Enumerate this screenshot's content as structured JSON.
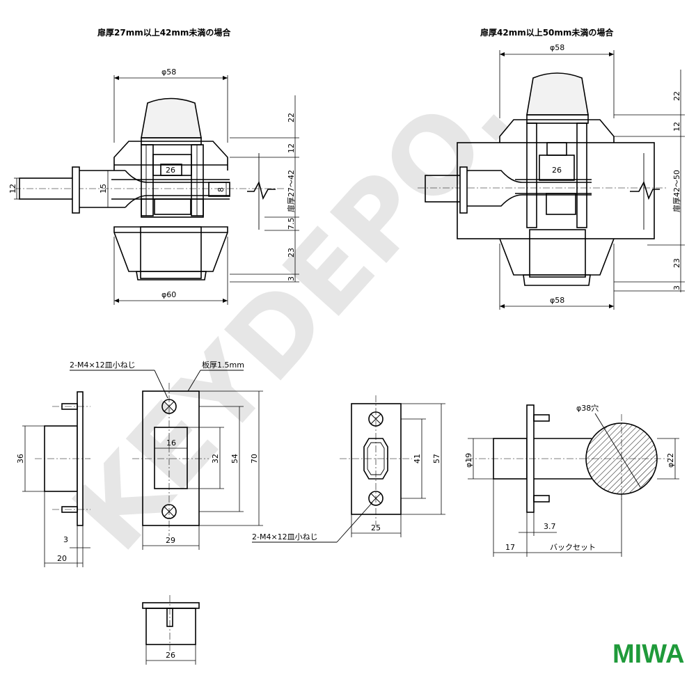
{
  "watermark": "KEYDEPO.",
  "logo": "MIWA",
  "left_view": {
    "title": "扉厚27mm以上42mm未満の場合",
    "dim_top_width": "φ58",
    "dim_bottom_width": "φ60",
    "dim_inner": "26",
    "dim_spindle": "12",
    "dim_rose": "15",
    "dim_latch": "8",
    "right_dims": [
      "22",
      "12",
      "扉厚27～42",
      "7.5",
      "23",
      "3"
    ]
  },
  "right_view": {
    "title": "扉厚42mm以上50mm未満の場合",
    "dim_top_width": "φ58",
    "dim_bottom_width": "φ58",
    "dim_inner": "26",
    "right_dims": [
      "22",
      "12",
      "扉厚42～50",
      "23",
      "3"
    ]
  },
  "strike_side": {
    "dim_height": "36",
    "dim_plate": "3",
    "dim_depth": "20"
  },
  "strike_plate": {
    "screw_label": "2-M4×12皿小ねじ",
    "plate_label": "板厚1.5mm",
    "dim_opening": "16",
    "dim_inner_h": "32",
    "dim_mid_h": "54",
    "dim_outer_h": "70",
    "dim_width": "29"
  },
  "latch_face": {
    "screw_label": "2-M4×12皿小ねじ",
    "dim_inner_h": "41",
    "dim_outer_h": "57",
    "dim_width": "25"
  },
  "latch_side": {
    "hole_label": "φ38穴",
    "dim_tube": "φ19",
    "dim_bolt": "φ22",
    "dim_plate": "3.7",
    "dim_front": "17",
    "dim_backset": "バックセット"
  },
  "box_strike": {
    "dim_width": "26"
  }
}
